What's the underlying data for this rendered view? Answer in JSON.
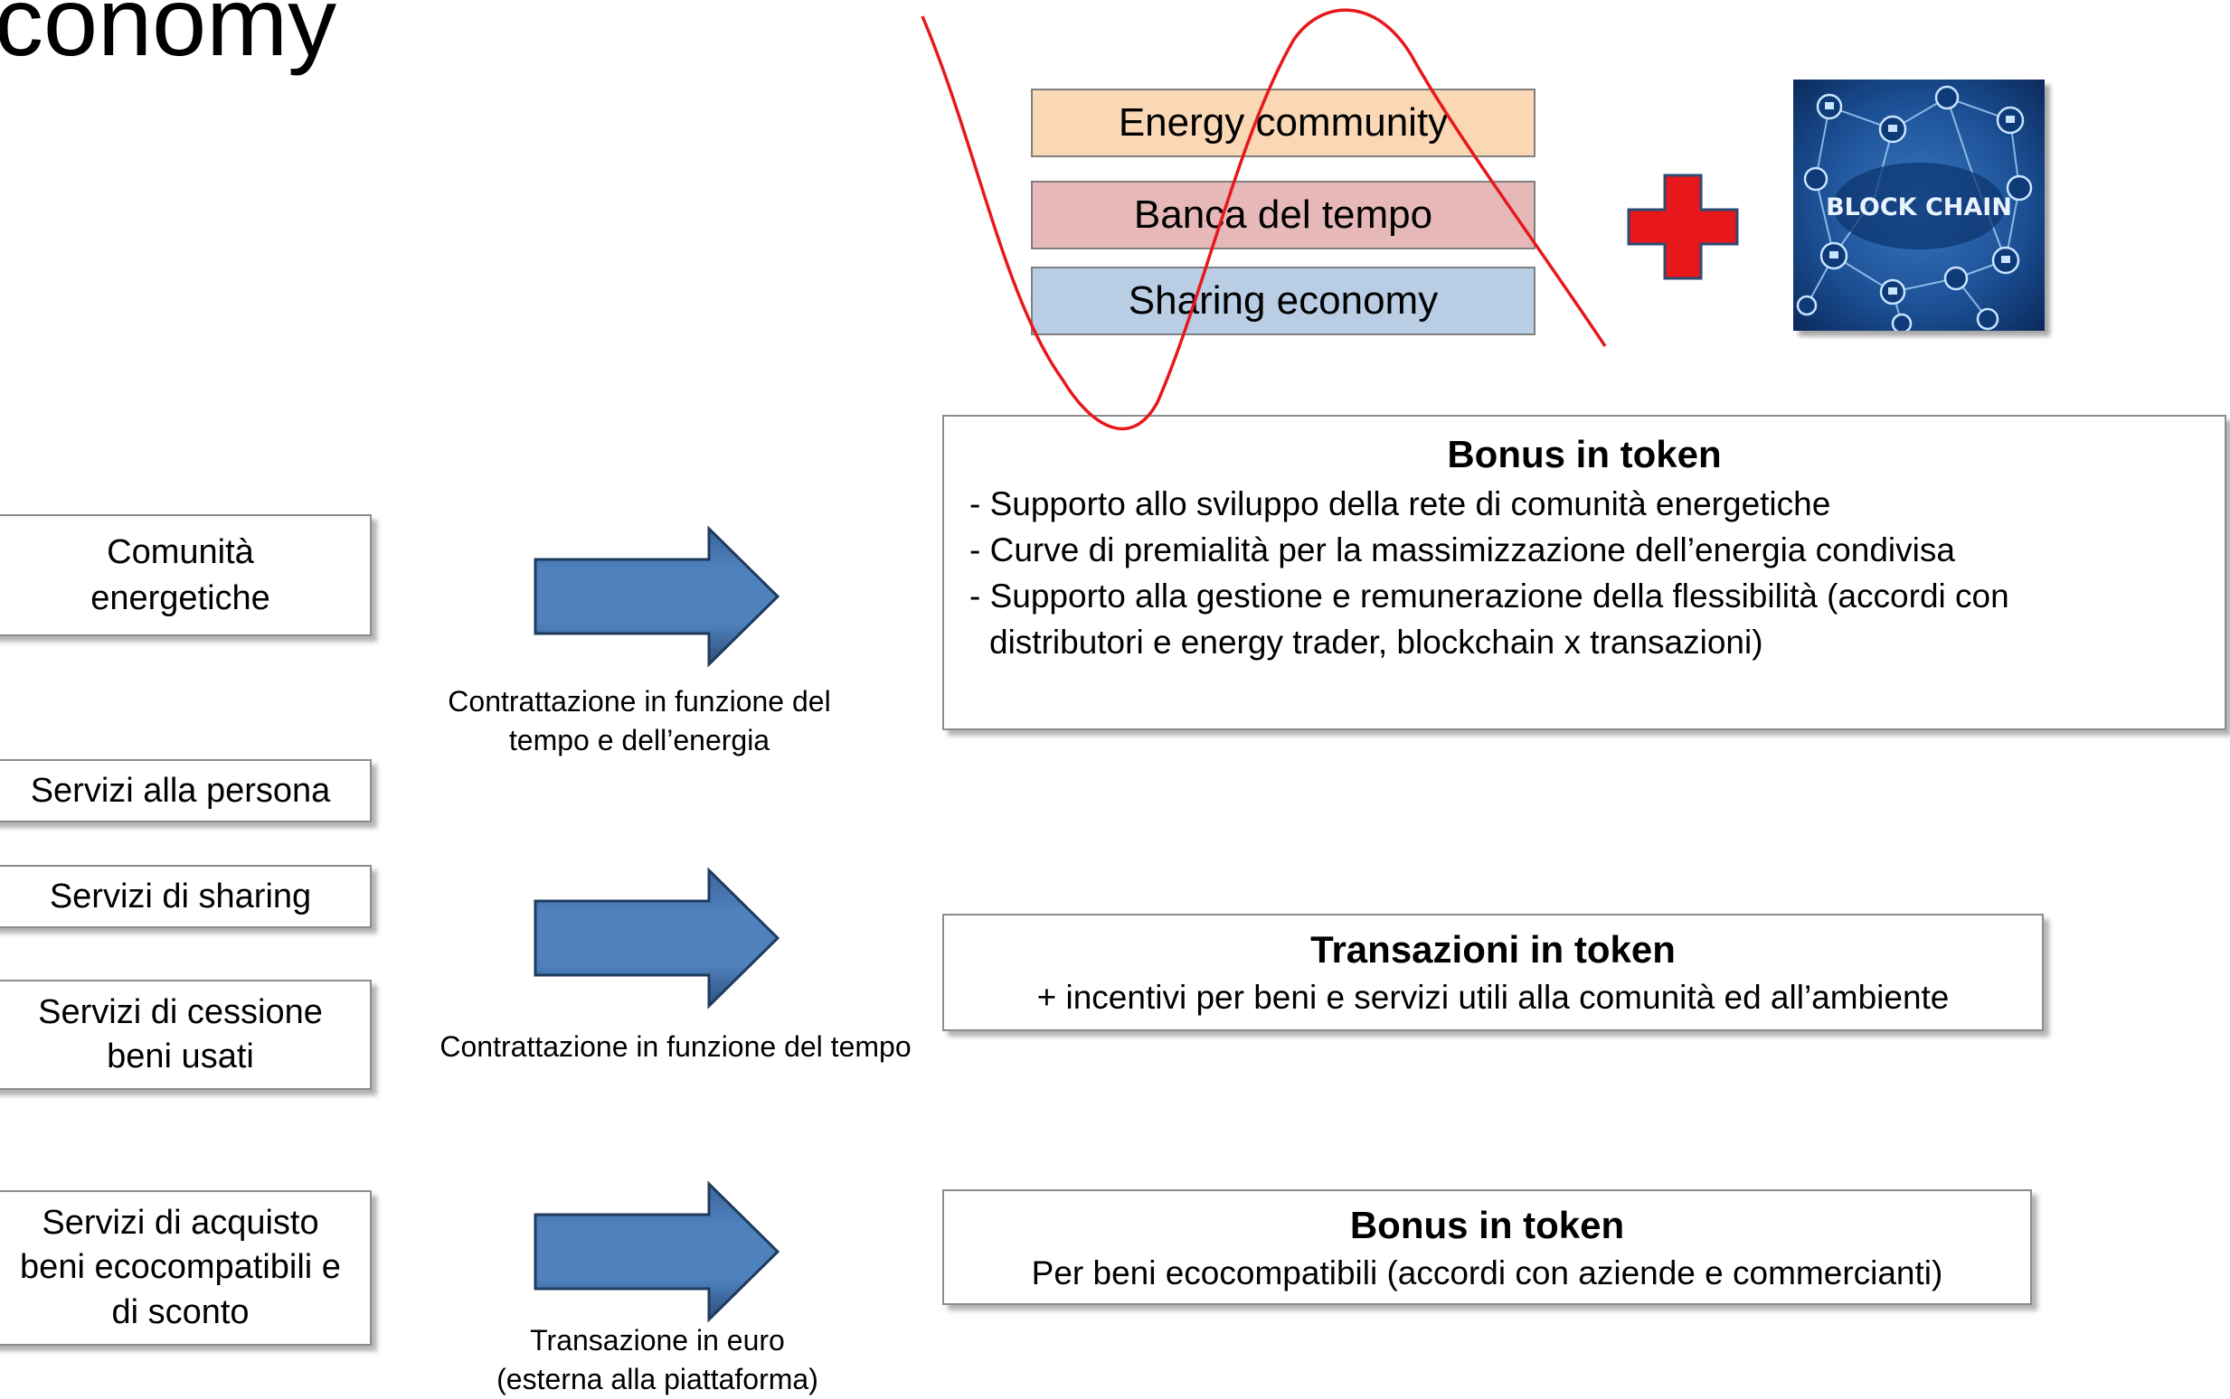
{
  "header": {
    "title_fragment": "conomy"
  },
  "categories": [
    {
      "label_lines": [
        "Comunità",
        "energetiche"
      ]
    },
    {
      "label_lines": [
        "Servizi alla persona"
      ]
    },
    {
      "label_lines": [
        "Servizi di sharing"
      ]
    },
    {
      "label_lines": [
        "Servizi di cessione",
        "beni usati"
      ]
    },
    {
      "label_lines": [
        "Servizi di acquisto",
        "beni ecocompatibili e",
        "di sconto"
      ]
    }
  ],
  "combination": {
    "bands": [
      {
        "label": "Energy community",
        "color": "#fad7b5"
      },
      {
        "label": "Banca del tempo",
        "color": "#e6b9b8"
      },
      {
        "label": "Sharing economy",
        "color": "#b9cde5"
      }
    ],
    "plus_color": "#e8171c",
    "image_text": "BLOCK CHAIN",
    "strike_color": "#e8171c"
  },
  "flows": [
    {
      "caption_lines": [
        "Contrattazione in funzione del",
        "tempo e dell’energia"
      ]
    },
    {
      "caption_lines": [
        "Contrattazione in funzione del tempo"
      ]
    },
    {
      "caption_lines": [
        "Transazione in euro",
        "(esterna alla piattaforma)"
      ]
    }
  ],
  "arrow_color": "#4f81bd",
  "results": [
    {
      "title": "Bonus in token",
      "lines": [
        "- Supporto allo sviluppo della rete di comunità energetiche",
        "- Curve di premialità per la massimizzazione dell’energia condivisa",
        "- Supporto alla gestione e remunerazione della flessibilità (accordi con",
        "distributori e energy trader, blockchain x transazioni)"
      ]
    },
    {
      "title": "Transazioni in token",
      "lines": [
        "+ incentivi per beni e servizi utili alla comunità ed all’ambiente"
      ]
    },
    {
      "title": "Bonus in token",
      "lines": [
        "Per beni ecocompatibili (accordi con aziende e commercianti)"
      ]
    }
  ]
}
